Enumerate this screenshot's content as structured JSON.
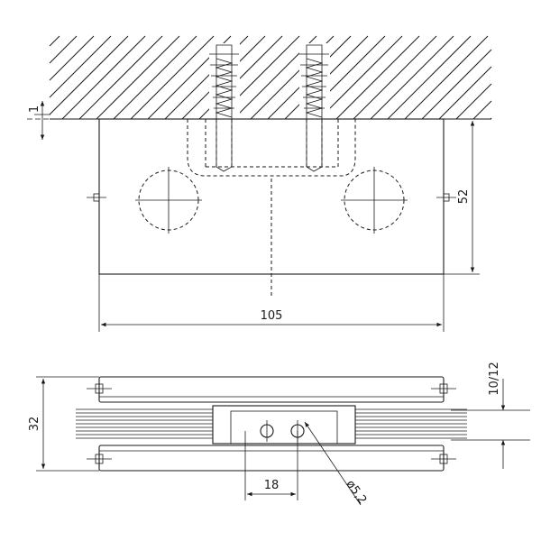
{
  "drawing": {
    "dimensions": {
      "gap_top": "1",
      "height_top": "52",
      "width": "105",
      "height_side": "32",
      "glass_thickness": "10/12",
      "hole_spacing": "18",
      "hole_diameter": "ø5,2"
    }
  }
}
